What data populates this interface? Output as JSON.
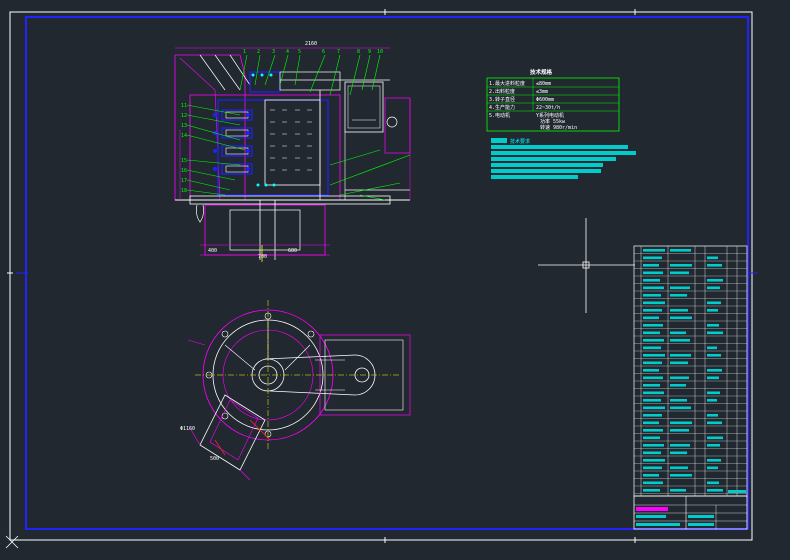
{
  "drawing": {
    "background": "#212830",
    "colors": {
      "frame": "#ffffff",
      "border_blue": "#2222ff",
      "magenta": "#ff00ff",
      "green": "#00ff00",
      "cyan": "#00ffff",
      "yellow": "#ffff00",
      "red": "#ff2020",
      "white": "#ffffff"
    }
  },
  "tech_table": {
    "title": "技术规格",
    "rows": [
      {
        "label": "1.最大进料粒度",
        "value": "≤80mm"
      },
      {
        "label": "2.出料粒度",
        "value": "≤3mm"
      },
      {
        "label": "3.转子直径",
        "value": "Φ600mm"
      },
      {
        "label": "4.生产能力",
        "value": "22~30t/h"
      },
      {
        "label": "5.电动机",
        "value": "Y系列电动机"
      }
    ],
    "motor_power": "功率 55kw",
    "motor_speed": "转速 980r/min"
  },
  "tech_requirements": {
    "title": "技术要求"
  },
  "crosshair": {
    "icon": "crosshair-cursor-icon"
  },
  "ucs_icon": {
    "icon": "ucs-axis-icon"
  }
}
